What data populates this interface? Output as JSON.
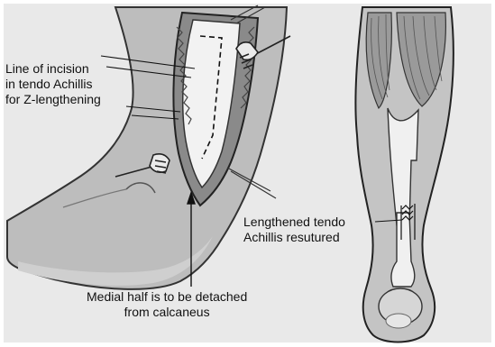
{
  "labels": {
    "incision": [
      "Line of incision",
      "in tendo Achillis",
      "for Z-lengthening"
    ],
    "lengthened": [
      "Lengthened tendo",
      "Achillis resutured"
    ],
    "medial": [
      "Medial half is to be detached",
      "from calcaneus"
    ]
  },
  "colors": {
    "background": "#e9e9e9",
    "skin": "#b9b9b9",
    "tendon": "#f2f2f2",
    "outline": "#222222"
  }
}
